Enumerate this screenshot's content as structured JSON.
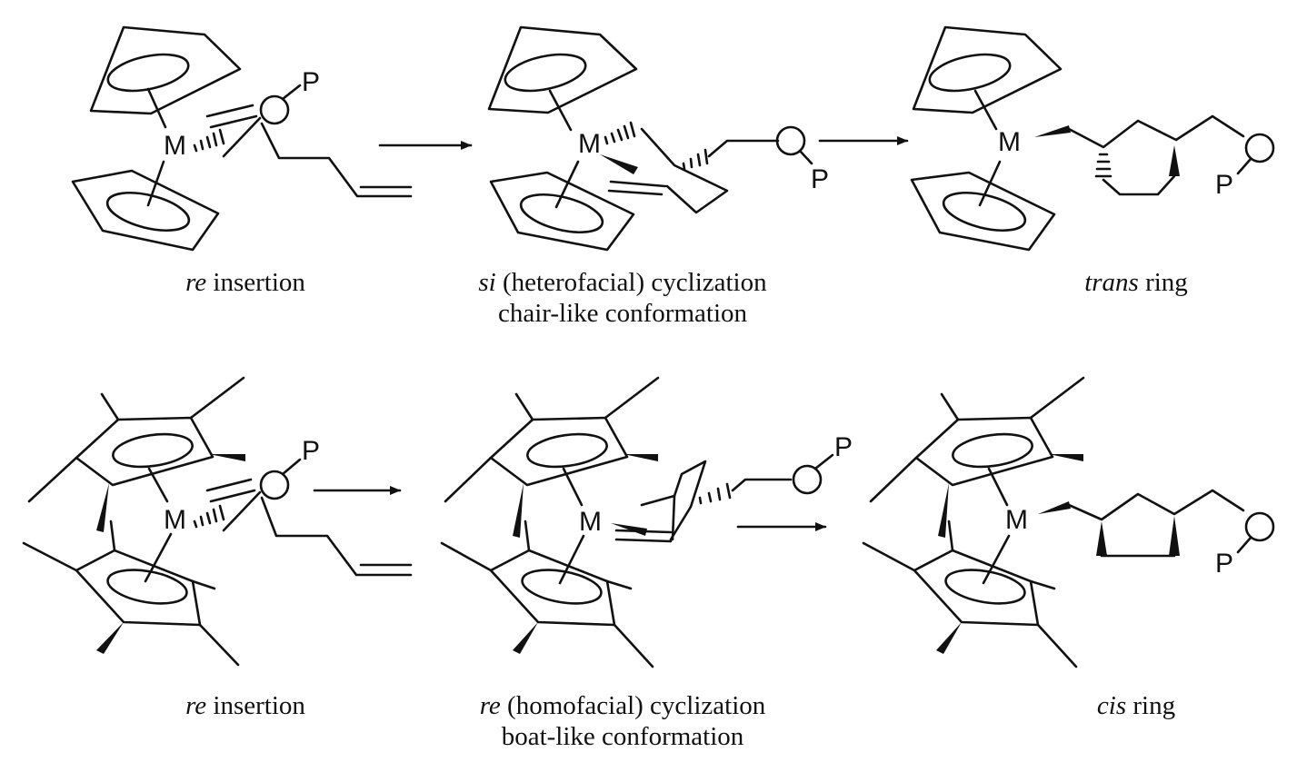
{
  "atoms": {
    "metal": "M",
    "polymer": "P"
  },
  "top_row": {
    "step1": {
      "prefix": "re",
      "text": " insertion"
    },
    "step2": {
      "prefix": "si",
      "text": " (heterofacial) cyclization",
      "line2": "chair-like conformation"
    },
    "step3": {
      "prefix": "trans",
      "text": " ring"
    }
  },
  "bottom_row": {
    "step1": {
      "prefix": "re",
      "text": " insertion"
    },
    "step2": {
      "prefix": "re",
      "text": " (homofacial) cyclization",
      "line2": "boat-like conformation"
    },
    "step3": {
      "prefix": "cis",
      "text": " ring"
    }
  }
}
